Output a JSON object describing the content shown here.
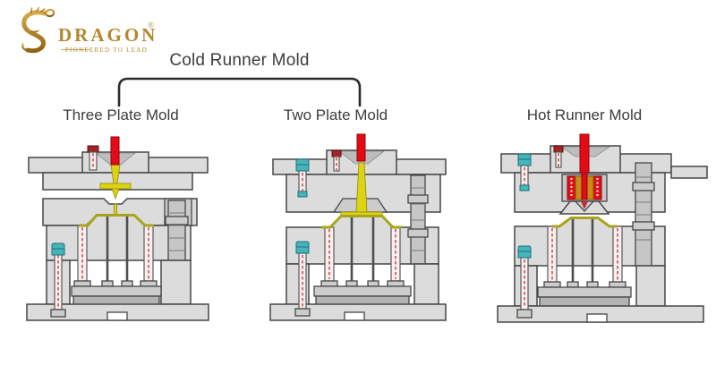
{
  "logo": {
    "brand": "DRAGON",
    "registered": "®",
    "tagline": "PIONEERED TO LEAD",
    "mark": "dragon-s-monogram"
  },
  "cold_runner_group": {
    "label": "Cold Runner Mold",
    "members": [
      "Three Plate Mold",
      "Two Plate Mold"
    ]
  },
  "diagrams": [
    {
      "id": "three-plate",
      "label": "Three Plate Mold"
    },
    {
      "id": "two-plate",
      "label": "Two Plate Mold"
    },
    {
      "id": "hot-runner",
      "label": "Hot Runner Mold"
    }
  ],
  "colors": {
    "sprue_red": "#e30b15",
    "runner_yellow": "#ddd312",
    "part_outline_olive": "#a8a51d",
    "screw_teal": "#46b5ba",
    "pin_dash_red": "#d24444",
    "plate_light": "#dcdcdc",
    "plate_mid": "#cccccc",
    "plate_dark": "#b3b3b3",
    "outline": "#474747",
    "logo_gold": "#b2882e",
    "label_text": "#3c3c3c"
  }
}
